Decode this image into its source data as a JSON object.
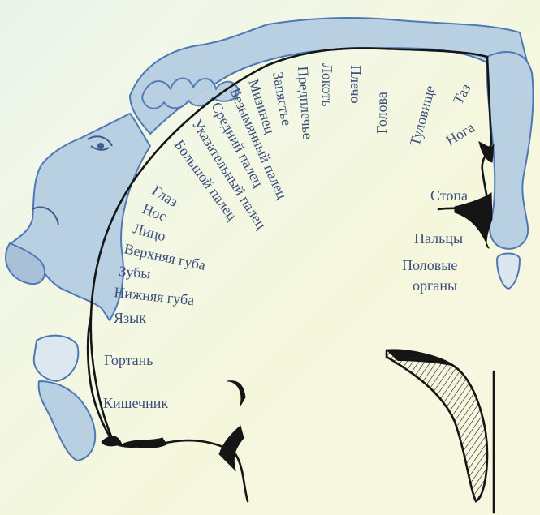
{
  "labels": {
    "taz": "Таз",
    "tulovishche": "Туловище",
    "golova": "Голова",
    "plecho": "Плечо",
    "lokot": "Локоть",
    "predplechye": "Предплечье",
    "zapyastye": "Запястье",
    "mizinets": "Мизинец",
    "bezymyanny_palets": "Безымянный палец",
    "sredny_palets": "Средний палец",
    "ukazatelny_palets": "Указательный палец",
    "bolshoy_palets": "Большой палец",
    "noga": "Нога",
    "stopa": "Стопа",
    "paltsy": "Пальцы",
    "polovye": "Половые",
    "organy": "органы",
    "glaz": "Глаз",
    "nos": "Нос",
    "litso": "Лицо",
    "verkhnyaya_guba": "Верхняя губа",
    "zuby": "Зубы",
    "nizhnyaya_guba": "Нижняя губа",
    "yazyk": "Язык",
    "gortan": "Гортань",
    "kishechnik": "Кишечник"
  },
  "colors": {
    "homunculus_fill": "#b9cfe2",
    "homunculus_stroke": "#4f79b5",
    "label_text": "#3c4f7c",
    "cortex_line": "#151515"
  }
}
